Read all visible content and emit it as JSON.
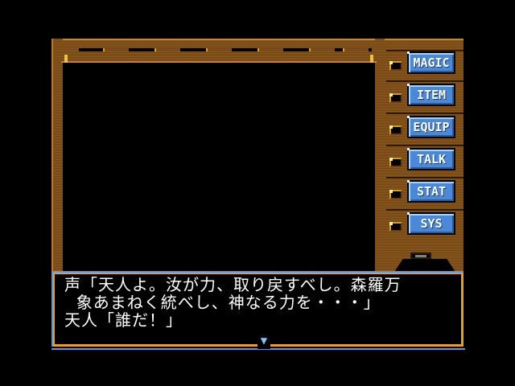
{
  "commands": [
    {
      "id": "magic",
      "label": "MAGIC"
    },
    {
      "id": "item",
      "label": "ITEM"
    },
    {
      "id": "equip",
      "label": "EQUIP"
    },
    {
      "id": "talk",
      "label": "TALK"
    },
    {
      "id": "stat",
      "label": "STAT"
    },
    {
      "id": "sys",
      "label": "SYS"
    }
  ],
  "dialog": {
    "lines": [
      "声「天人よ。汝が力、取り戻すべし。森羅万",
      "  象あまねく統べし、神なる力を・・・」",
      "天人「誰だ！」"
    ],
    "more_indicator": "▼"
  },
  "colors": {
    "wood_light": "#8a5a24",
    "wood_dark": "#6e4418",
    "gold": "#e8a020",
    "button_blue": "#4a88d8",
    "border_blue": "#5a9ae0"
  }
}
